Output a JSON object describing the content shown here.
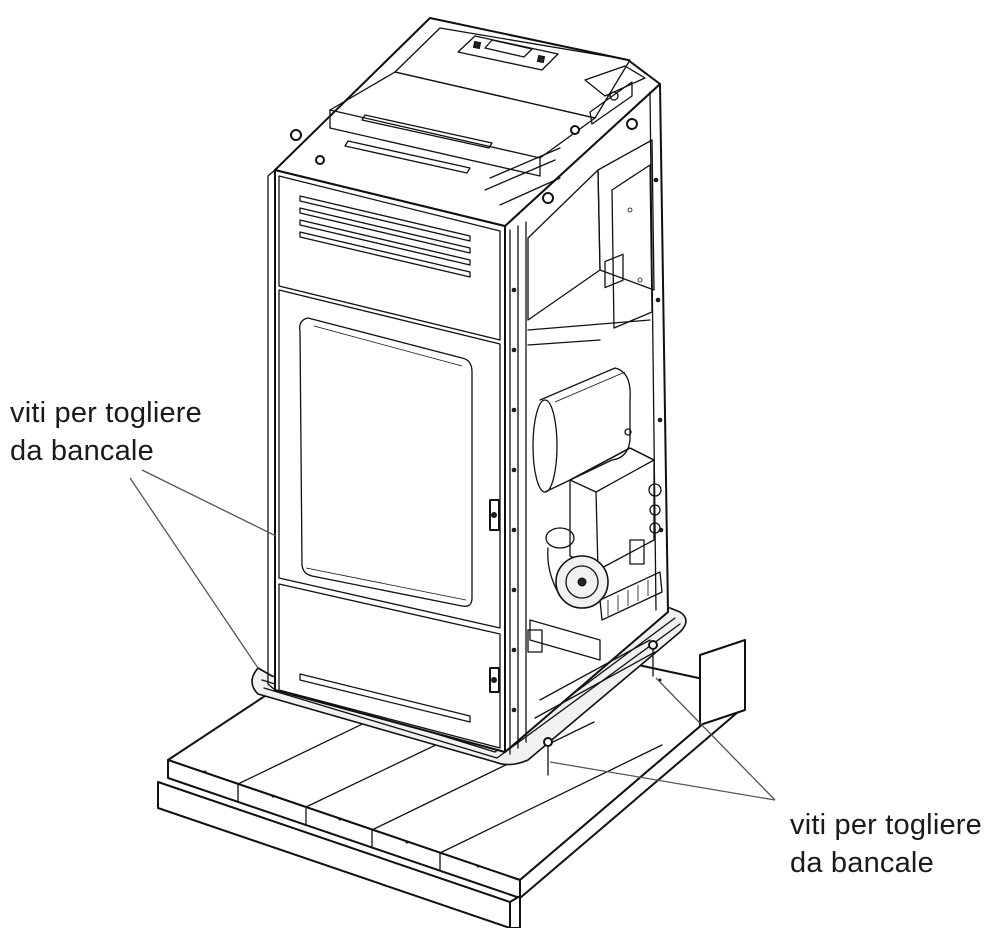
{
  "labels": {
    "left": {
      "line1": "viti per togliere",
      "line2": "da bancale"
    },
    "right": {
      "line1": "viti per togliere",
      "line2": "da bancale"
    }
  },
  "style": {
    "line_color": "#111111",
    "text_color": "#1a1a1a",
    "background": "#ffffff"
  }
}
